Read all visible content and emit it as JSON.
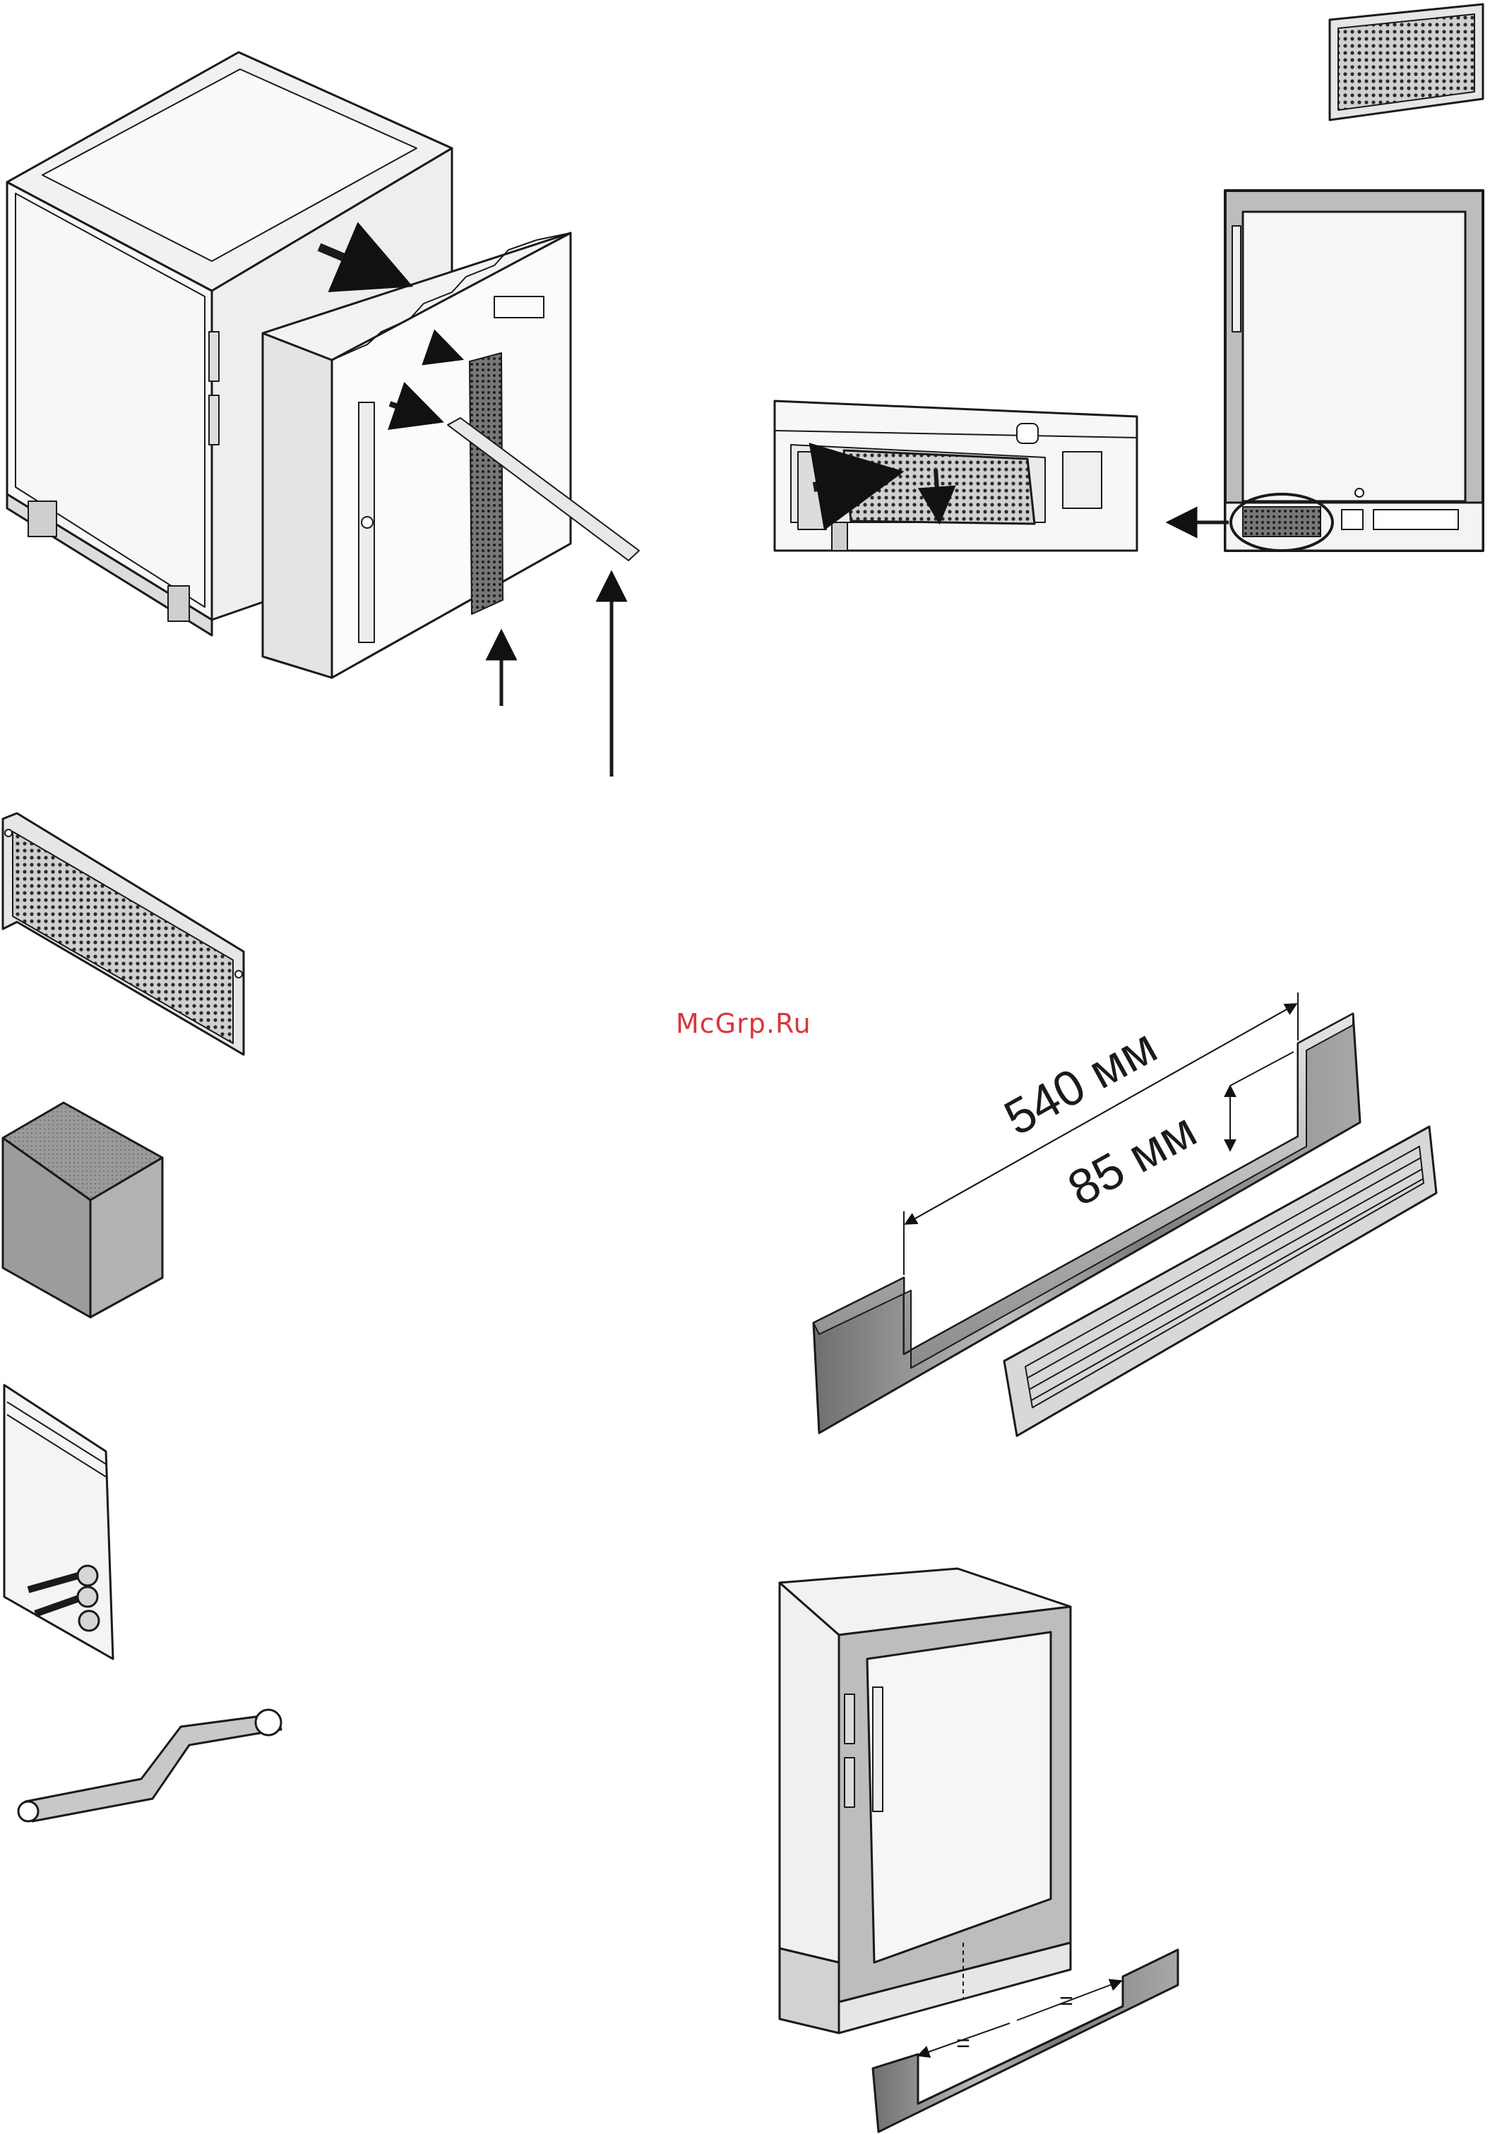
{
  "watermark": {
    "text": "McGrp.Ru",
    "color": "#d9363e"
  },
  "dimensions": {
    "width_label": "540 мм",
    "depth_label": "85 мм",
    "equal_left": "=",
    "equal_right": "="
  },
  "colors": {
    "line": "#1a1a1a",
    "panel": "#f4f4f4",
    "shade": "#bdbdbd",
    "dark": "#3a3a3a",
    "wood": "#8c8c8c"
  },
  "icons": {
    "filter": "carbon-filter-icon",
    "cube": "foam-block-icon",
    "bag": "screw-bag-icon",
    "wrench": "spanner-icon"
  }
}
